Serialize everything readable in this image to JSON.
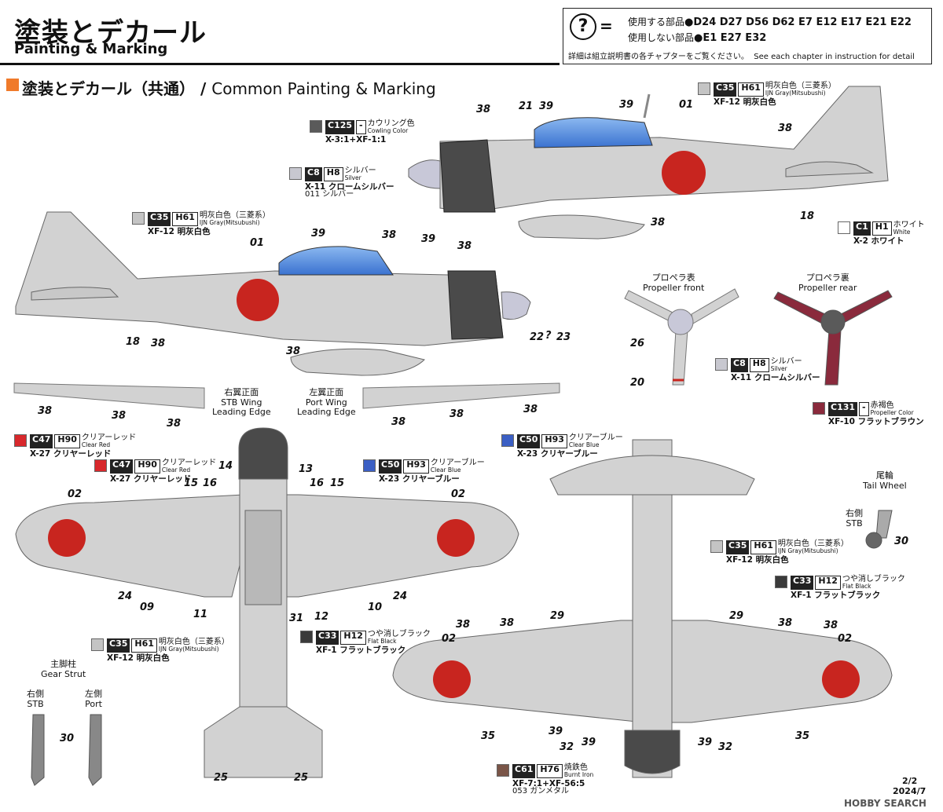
{
  "header": {
    "title_jp": "塗装とデカール",
    "title_en": "Painting & Marking"
  },
  "parts": {
    "qmark": "?",
    "equals": "=",
    "used_label": "使用する部品",
    "used_parts": "●D24 D27 D56 D62 E7 E12 E17 E21 E22",
    "unused_label": "使用しない部品",
    "unused_parts": "●E1 E27 E32",
    "note_jp": "詳細は組立説明書の各チャプターをご覧ください。",
    "note_en": "See each chapter in instruction for detail"
  },
  "section": {
    "title_jp": "塗装とデカール（共通）",
    "slash": "/",
    "title_en": "Common Painting & Marking"
  },
  "swatches": [
    {
      "id": "c125",
      "color": "#5a5a5a",
      "c": "C125",
      "h": "-",
      "jp": "カウリング色",
      "en": "Cowling Color",
      "name": "X-3:1+XF-1:1",
      "extra": ""
    },
    {
      "id": "c8a",
      "color": "#c8c8d0",
      "c": "C8",
      "h": "H8",
      "jp": "シルバー",
      "en": "Silver",
      "name": "X-11 クロームシルバー",
      "extra": "011 シルバー"
    },
    {
      "id": "c35a",
      "color": "#c4c4c4",
      "c": "C35",
      "h": "H61",
      "jp": "明灰白色（三菱系）",
      "en": "IJN Gray(Mitsubushi)",
      "name": "XF-12 明灰白色",
      "extra": ""
    },
    {
      "id": "c35b",
      "color": "#c4c4c4",
      "c": "C35",
      "h": "H61",
      "jp": "明灰白色（三菱系）",
      "en": "IJN Gray(Mitsubushi)",
      "name": "XF-12 明灰白色",
      "extra": ""
    },
    {
      "id": "c1",
      "color": "#ffffff",
      "c": "C1",
      "h": "H1",
      "jp": "ホワイト",
      "en": "White",
      "name": "X-2 ホワイト",
      "extra": ""
    },
    {
      "id": "c8b",
      "color": "#c8c8d0",
      "c": "C8",
      "h": "H8",
      "jp": "シルバー",
      "en": "Silver",
      "name": "X-11 クロームシルバー",
      "extra": ""
    },
    {
      "id": "c131",
      "color": "#8a2a3c",
      "c": "C131",
      "h": "-",
      "jp": "赤褐色",
      "en": "Propeller Color",
      "name": "XF-10 フラットブラウン",
      "extra": ""
    },
    {
      "id": "c47a",
      "color": "#d8282c",
      "c": "C47",
      "h": "H90",
      "jp": "クリアーレッド",
      "en": "Clear Red",
      "name": "X-27 クリヤーレッド",
      "extra": ""
    },
    {
      "id": "c47b",
      "color": "#d8282c",
      "c": "C47",
      "h": "H90",
      "jp": "クリアーレッド",
      "en": "Clear Red",
      "name": "X-27 クリヤーレッド",
      "extra": ""
    },
    {
      "id": "c50a",
      "color": "#3b5fc4",
      "c": "C50",
      "h": "H93",
      "jp": "クリアーブルー",
      "en": "Clear Blue",
      "name": "X-23 クリヤーブルー",
      "extra": ""
    },
    {
      "id": "c50b",
      "color": "#3b5fc4",
      "c": "C50",
      "h": "H93",
      "jp": "クリアーブルー",
      "en": "Clear Blue",
      "name": "X-23 クリヤーブルー",
      "extra": ""
    },
    {
      "id": "c35c",
      "color": "#c4c4c4",
      "c": "C35",
      "h": "H61",
      "jp": "明灰白色（三菱系）",
      "en": "IJN Gray(Mitsubushi)",
      "name": "XF-12 明灰白色",
      "extra": ""
    },
    {
      "id": "c33a",
      "color": "#3a3a3a",
      "c": "C33",
      "h": "H12",
      "jp": "つや消しブラック",
      "en": "Flat Black",
      "name": "XF-1 フラットブラック",
      "extra": ""
    },
    {
      "id": "c35d",
      "color": "#c4c4c4",
      "c": "C35",
      "h": "H61",
      "jp": "明灰白色（三菱系）",
      "en": "IJN Gray(Mitsubushi)",
      "name": "XF-12 明灰白色",
      "extra": ""
    },
    {
      "id": "c33b",
      "color": "#3a3a3a",
      "c": "C33",
      "h": "H12",
      "jp": "つや消しブラック",
      "en": "Flat Black",
      "name": "XF-1 フラットブラック",
      "extra": ""
    },
    {
      "id": "c61",
      "color": "#7a5548",
      "c": "C61",
      "h": "H76",
      "jp": "焼鉄色",
      "en": "Burnt Iron",
      "name": "XF-7:1+XF-56:5",
      "extra": "053 ガンメタル"
    }
  ],
  "labels": {
    "prop_front_jp": "プロペラ表",
    "prop_front_en": "Propeller front",
    "prop_rear_jp": "プロペラ裏",
    "prop_rear_en": "Propeller rear",
    "stb_wing_jp": "右翼正面",
    "stb_wing_en1": "STB Wing",
    "stb_wing_en2": "Leading Edge",
    "port_wing_jp": "左翼正面",
    "port_wing_en1": "Port Wing",
    "port_wing_en2": "Leading Edge",
    "tail_wheel_jp": "尾輪",
    "tail_wheel_en": "Tail Wheel",
    "tail_stb_jp": "右側",
    "tail_stb_en": "STB",
    "gear_jp": "主脚柱",
    "gear_en": "Gear Strut",
    "gear_stb_jp": "右側",
    "gear_stb_en": "STB",
    "gear_port_jp": "左側",
    "gear_port_en": "Port"
  },
  "callouts": {
    "n38": "38",
    "n21": "21",
    "n39": "39",
    "n01": "01",
    "n18": "18",
    "n02": "02",
    "n22": "22",
    "n23": "23",
    "q": "?",
    "n26": "26",
    "n20": "20",
    "n14": "14",
    "n13": "13",
    "n16": "16",
    "n15": "15",
    "n24": "24",
    "n09": "09",
    "n11": "11",
    "n31": "31",
    "n12": "12",
    "n10": "10",
    "n29": "29",
    "n35": "35",
    "n32": "32",
    "n30": "30",
    "n25": "25"
  },
  "footer": {
    "page": "2/2",
    "date": "2024/7",
    "watermark": "HOBBY SEARCH"
  },
  "colors": {
    "hinomaru": "#c8251f",
    "aircraft_gray": "#d2d2d2",
    "cowling": "#4a4a4a",
    "canopy": "#4a86d8",
    "accent_orange": "#f07a2a"
  }
}
